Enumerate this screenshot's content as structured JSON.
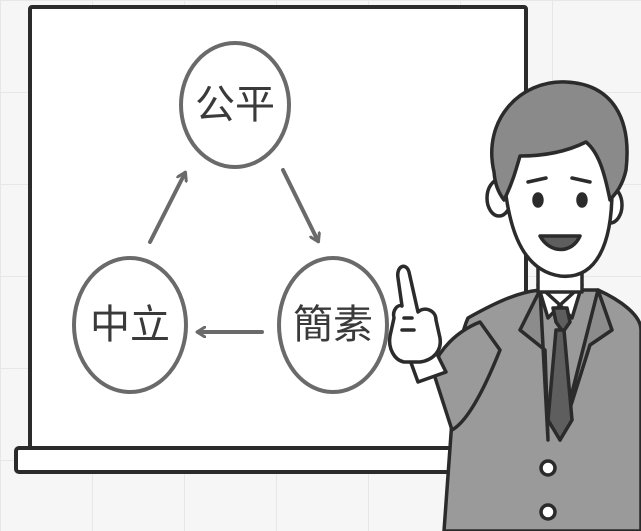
{
  "diagram": {
    "type": "cycle",
    "nodes": [
      {
        "id": "fairness",
        "label": "公平"
      },
      {
        "id": "simplicity",
        "label": "簡素"
      },
      {
        "id": "neutrality",
        "label": "中立"
      }
    ],
    "edges": [
      {
        "from": "fairness",
        "to": "simplicity"
      },
      {
        "from": "simplicity",
        "to": "neutrality"
      },
      {
        "from": "neutrality",
        "to": "fairness"
      }
    ]
  },
  "colors": {
    "line": "#2b2b2b",
    "board": "#ffffff",
    "suit": "#9a9a9a",
    "suit_dark": "#7d7d7d",
    "hair": "#8a8a8a",
    "tie": "#5e5e5e",
    "skin": "#ffffff",
    "node_stroke": "#6a6a6a"
  },
  "illustration": {
    "subject": "presenter",
    "icons": [
      "whiteboard-icon",
      "presenter-icon",
      "pointing-hand-icon"
    ]
  }
}
